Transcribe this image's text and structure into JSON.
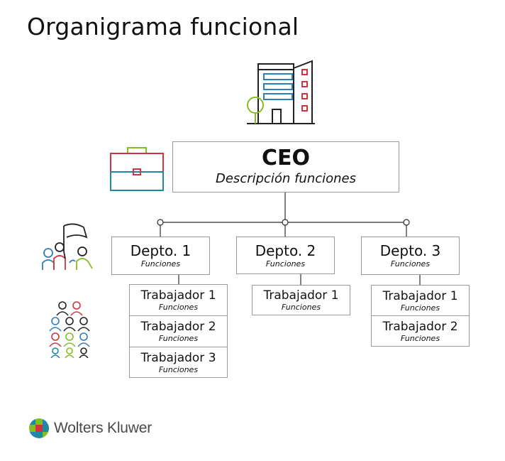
{
  "title": "Organigrama funcional",
  "ceo": {
    "name": "CEO",
    "description": "Descripción funciones"
  },
  "departments": [
    {
      "name": "Depto. 1",
      "functions": "Funciones",
      "workers": [
        {
          "name": "Trabajador 1",
          "functions": "Funciones"
        },
        {
          "name": "Trabajador 2",
          "functions": "Funciones"
        },
        {
          "name": "Trabajador 3",
          "functions": "Funciones"
        }
      ]
    },
    {
      "name": "Depto. 2",
      "functions": "Funciones",
      "workers": [
        {
          "name": "Trabajador 1",
          "functions": "Funciones"
        }
      ]
    },
    {
      "name": "Depto. 3",
      "functions": "Funciones",
      "workers": [
        {
          "name": "Trabajador 1",
          "functions": "Funciones"
        },
        {
          "name": "Trabajador 2",
          "functions": "Funciones"
        }
      ]
    }
  ],
  "icons": {
    "building": "office-building-icon",
    "briefcase": "briefcase-icon",
    "team_flag": "team-flag-icon",
    "people_group": "people-group-icon"
  },
  "brand": {
    "name": "Wolters Kluwer"
  },
  "colors": {
    "line": "#2b2b2b",
    "box_border": "#9a9a9a",
    "blue": "#2e7fb8",
    "red": "#d2333f",
    "green": "#85bc22",
    "teal": "#1b8a9c"
  }
}
